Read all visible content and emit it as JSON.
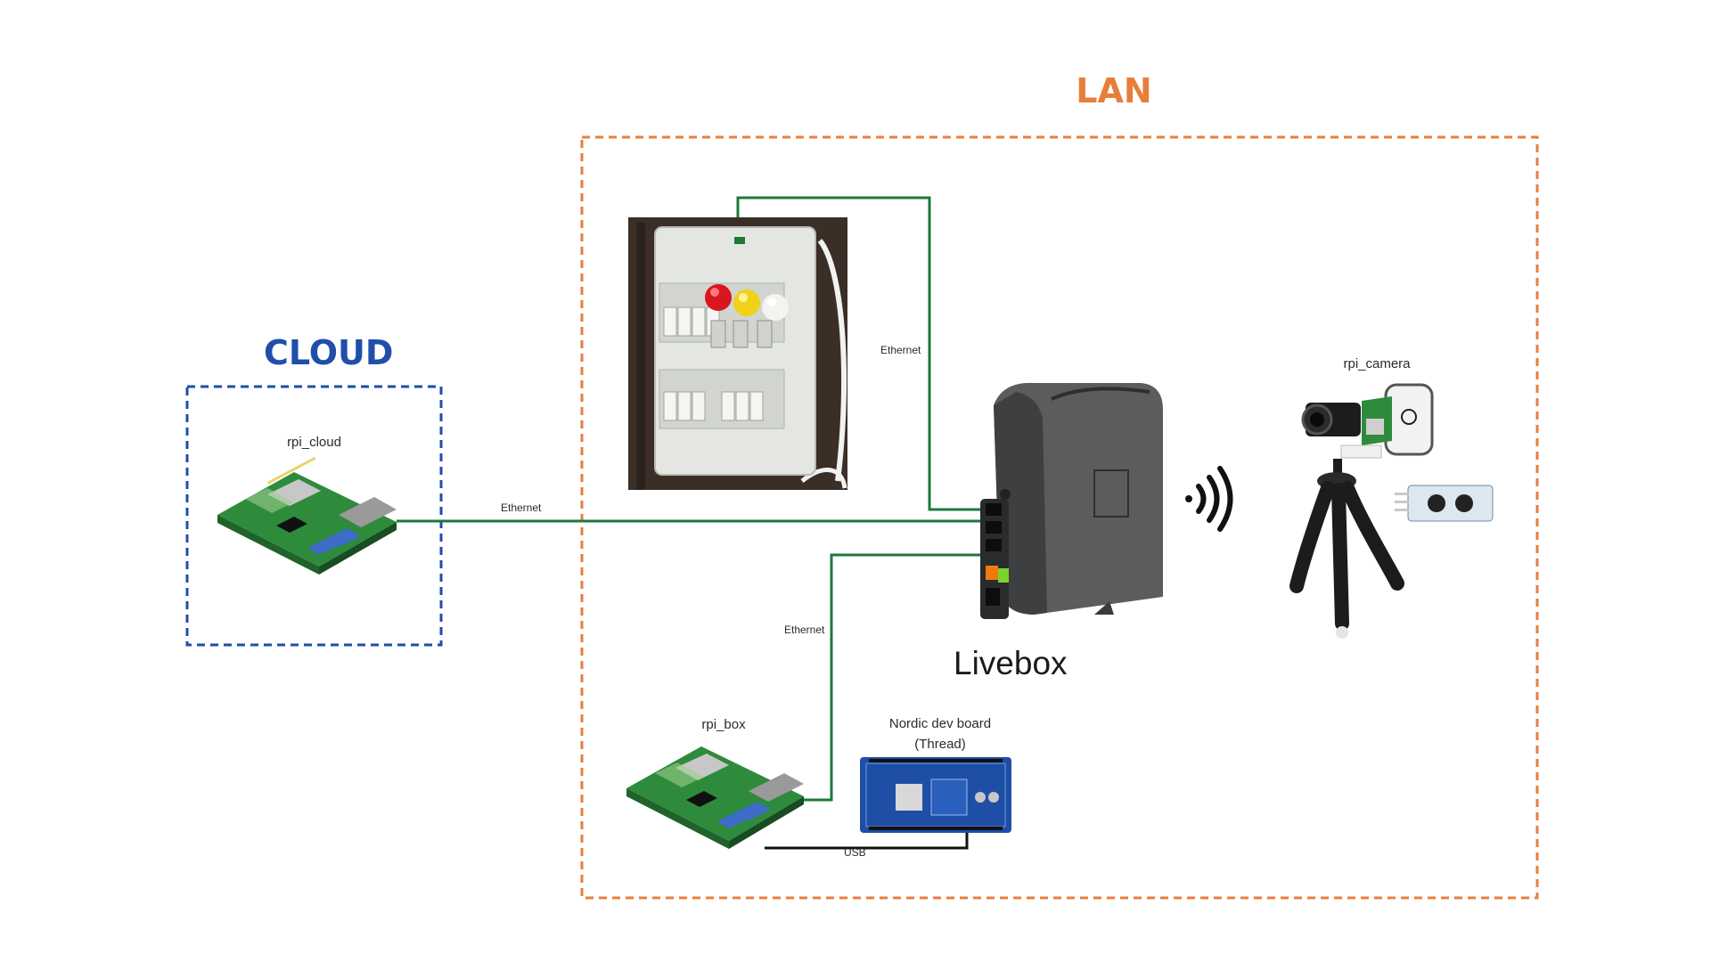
{
  "zones": {
    "cloud": {
      "title": "CLOUD",
      "color": "#1f4fa8"
    },
    "lan": {
      "title": "LAN",
      "color": "#e87e3c"
    }
  },
  "nodes": {
    "rpi_cloud": {
      "label": "rpi_cloud",
      "icon": "raspberry-pi-board"
    },
    "rpi_box": {
      "label": "rpi_box",
      "icon": "raspberry-pi-board"
    },
    "nordic": {
      "label_line1": "Nordic  dev board",
      "label_line2": "(Thread)",
      "icon": "nordic-dev-board"
    },
    "livebox": {
      "label": "Livebox",
      "icon": "router"
    },
    "rpi_camera": {
      "label": "rpi_camera",
      "icon": "camera-on-tripod"
    },
    "electrical_panel": {
      "icon": "electrical-panel-with-bulbs"
    },
    "wifi": {
      "icon": "wifi-signal-icon"
    }
  },
  "edges": {
    "cloud_to_livebox": {
      "label": "Ethernet",
      "color": "#1a7a3a"
    },
    "panel_to_livebox": {
      "label": "Ethernet",
      "color": "#1a7a3a"
    },
    "box_to_livebox": {
      "label": "Ethernet",
      "color": "#1a7a3a"
    },
    "box_to_nordic": {
      "label": "USB",
      "color": "#111111"
    }
  }
}
